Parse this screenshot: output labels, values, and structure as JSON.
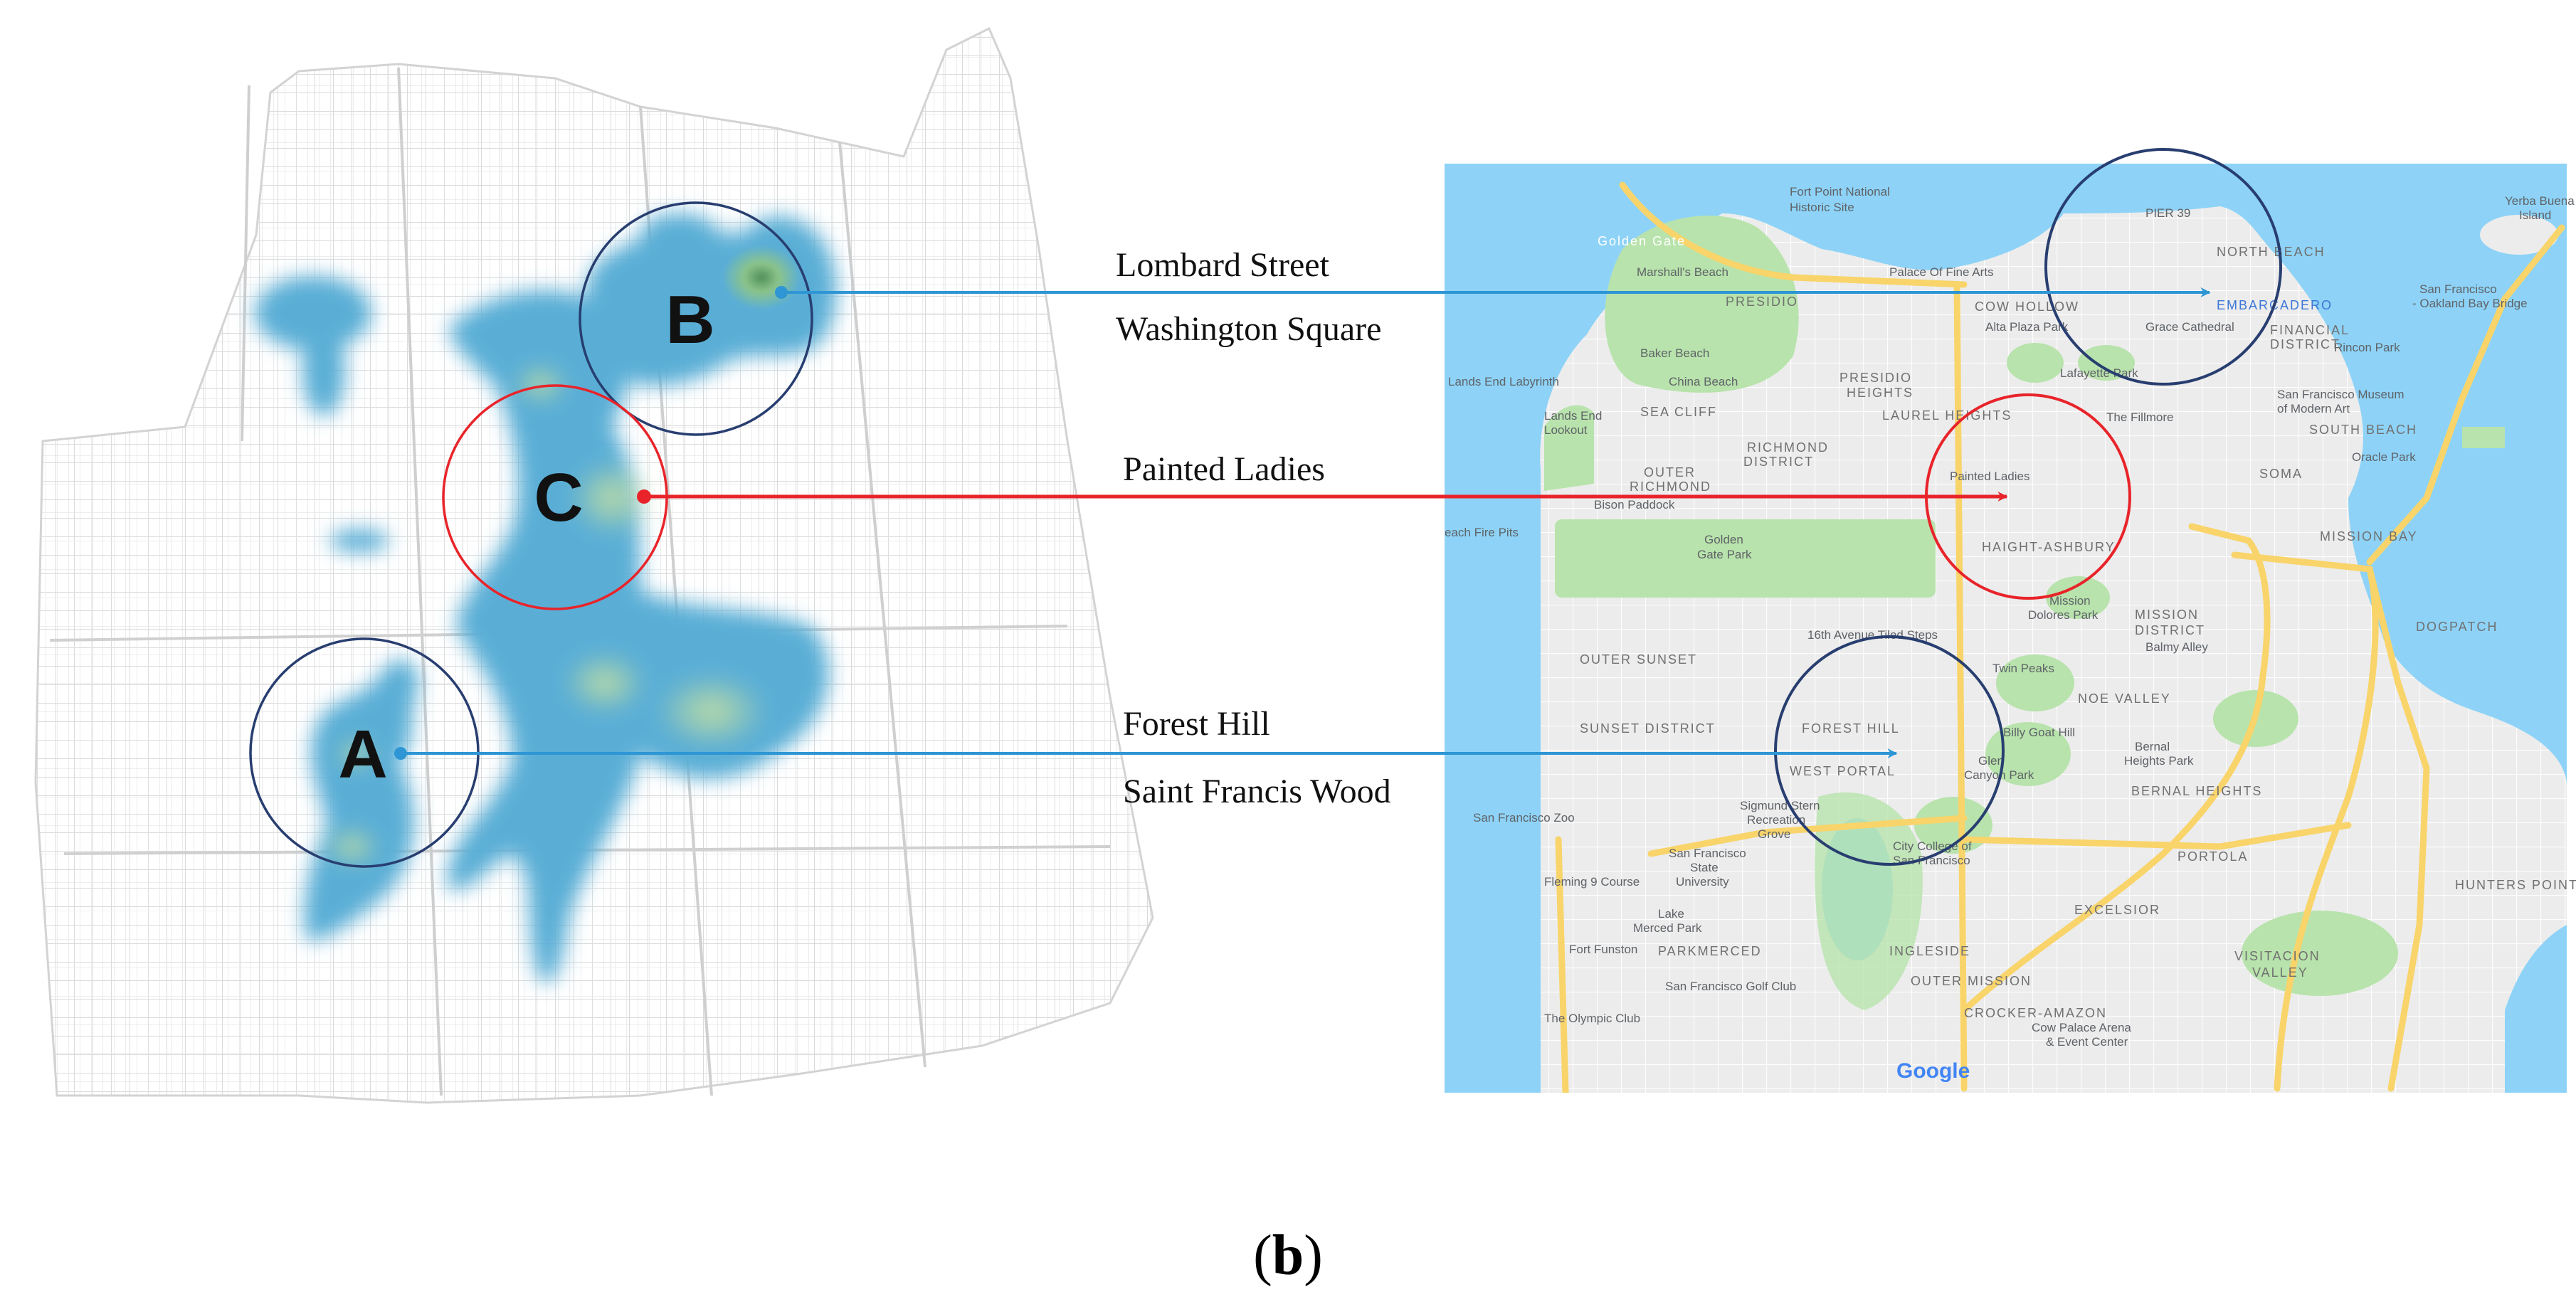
{
  "caption": {
    "open": "(",
    "letter": "b",
    "close": ")"
  },
  "hotspots": [
    {
      "id": "A",
      "label": "A",
      "color": "#283e70",
      "places": [
        "Forest Hill",
        "Saint Francis Wood"
      ],
      "arrow_color": "#2e96d4"
    },
    {
      "id": "B",
      "label": "B",
      "color": "#283e70",
      "places": [
        "Lombard Street",
        "Washington Square"
      ],
      "arrow_color": "#2e96d4"
    },
    {
      "id": "C",
      "label": "C",
      "color": "#e8242a",
      "places": [
        "Painted Ladies"
      ],
      "arrow_color": "#e8242a"
    }
  ],
  "basemap": {
    "labels": {
      "fort_point": "Fort Point National",
      "fort_point_2": "Historic Site",
      "golden_gate": "Golden Gate",
      "marshalls_beach": "Marshall's Beach",
      "palace": "Palace Of Fine Arts",
      "presidio": "PRESIDIO",
      "cow_hollow": "COW HOLLOW",
      "alta_plaza": "Alta Plaza Park",
      "pier39": "PIER 39",
      "north_beach": "NORTH BEACH",
      "embarcadero": "EMBARCADERO",
      "grace": "Grace Cathedral",
      "financial": "FINANCIAL",
      "financial_2": "DISTRICT",
      "rincon": "Rincon Park",
      "yerba_buena": "Yerba Buena",
      "yerba_buena_2": "Island",
      "bay_bridge": "San Francisco",
      "bay_bridge_2": "- Oakland Bay Bridge",
      "baker_beach": "Baker Beach",
      "china_beach": "China Beach",
      "presidio_heights": "PRESIDIO",
      "presidio_heights_2": "HEIGHTS",
      "lafayette": "Lafayette Park",
      "sfmoma": "San Francisco Museum",
      "sfmoma_2": "of Modern Art",
      "lands_end_lab": "Lands End Labyrinth",
      "lands_end": "Lands End",
      "lands_end_2": "Lookout",
      "sea_cliff": "SEA CLIFF",
      "laurel": "LAUREL HEIGHTS",
      "fillmore": "The Fillmore",
      "south_beach": "SOUTH BEACH",
      "oracle": "Oracle Park",
      "richmond": "RICHMOND",
      "richmond_2": "DISTRICT",
      "outer_richmond": "OUTER",
      "outer_richmond_2": "RICHMOND",
      "painted_ladies": "Painted Ladies",
      "soma": "SOMA",
      "bison": "Bison Paddock",
      "beach_fire": "each Fire Pits",
      "golden_gate_park": "Golden",
      "golden_gate_park_2": "Gate Park",
      "haight": "HAIGHT-ASHBURY",
      "mission_bay": "MISSION BAY",
      "mission_dolores": "Mission",
      "mission_dolores_2": "Dolores Park",
      "mission_district": "MISSION",
      "mission_district_2": "DISTRICT",
      "balmy": "Balmy Alley",
      "dogpatch": "DOGPATCH",
      "tiled_steps": "16th Avenue Tiled Steps",
      "twin_peaks": "Twin Peaks",
      "outer_sunset": "OUTER SUNSET",
      "noe_valley": "NOE VALLEY",
      "sunset": "SUNSET DISTRICT",
      "forest_hill": "FOREST HILL",
      "west_portal": "WEST PORTAL",
      "billy_goat": "Billy Goat Hill",
      "glen_canyon": "Glen",
      "glen_canyon_2": "Canyon Park",
      "bernal_park": "Bernal",
      "bernal_park_2": "Heights Park",
      "bernal": "BERNAL HEIGHTS",
      "sf_zoo": "San Francisco Zoo",
      "stern_grove": "Sigmund Stern",
      "stern_grove_2": "Recreation",
      "stern_grove_3": "Grove",
      "sfsu": "San Francisco",
      "sfsu_2": "State",
      "sfsu_3": "University",
      "ccsf": "City College of",
      "ccsf_2": "San Francisco",
      "portola": "PORTOLA",
      "hunters_point": "HUNTERS POINT",
      "fleming": "Fleming 9 Course",
      "lake_merced": "Lake",
      "lake_merced_2": "Merced Park",
      "fort_funston": "Fort Funston",
      "parkmerced": "PARKMERCED",
      "ingleside": "INGLESIDE",
      "excelsior": "EXCELSIOR",
      "visitacion": "VISITACION",
      "visitacion_2": "VALLEY",
      "sf_golf": "San Francisco Golf Club",
      "outer_mission": "OUTER MISSION",
      "olympic": "The Olympic Club",
      "crocker": "CROCKER-AMAZON",
      "cow_palace": "Cow Palace Arena",
      "cow_palace_2": "& Event Center",
      "google": "Google"
    }
  },
  "colors": {
    "water": "#8ed3f7",
    "land": "#ececec",
    "park": "#b8e3ac",
    "highway": "#f8d46a",
    "heat_blue": "#5aaed6",
    "heat_green": "#b9d98c"
  }
}
